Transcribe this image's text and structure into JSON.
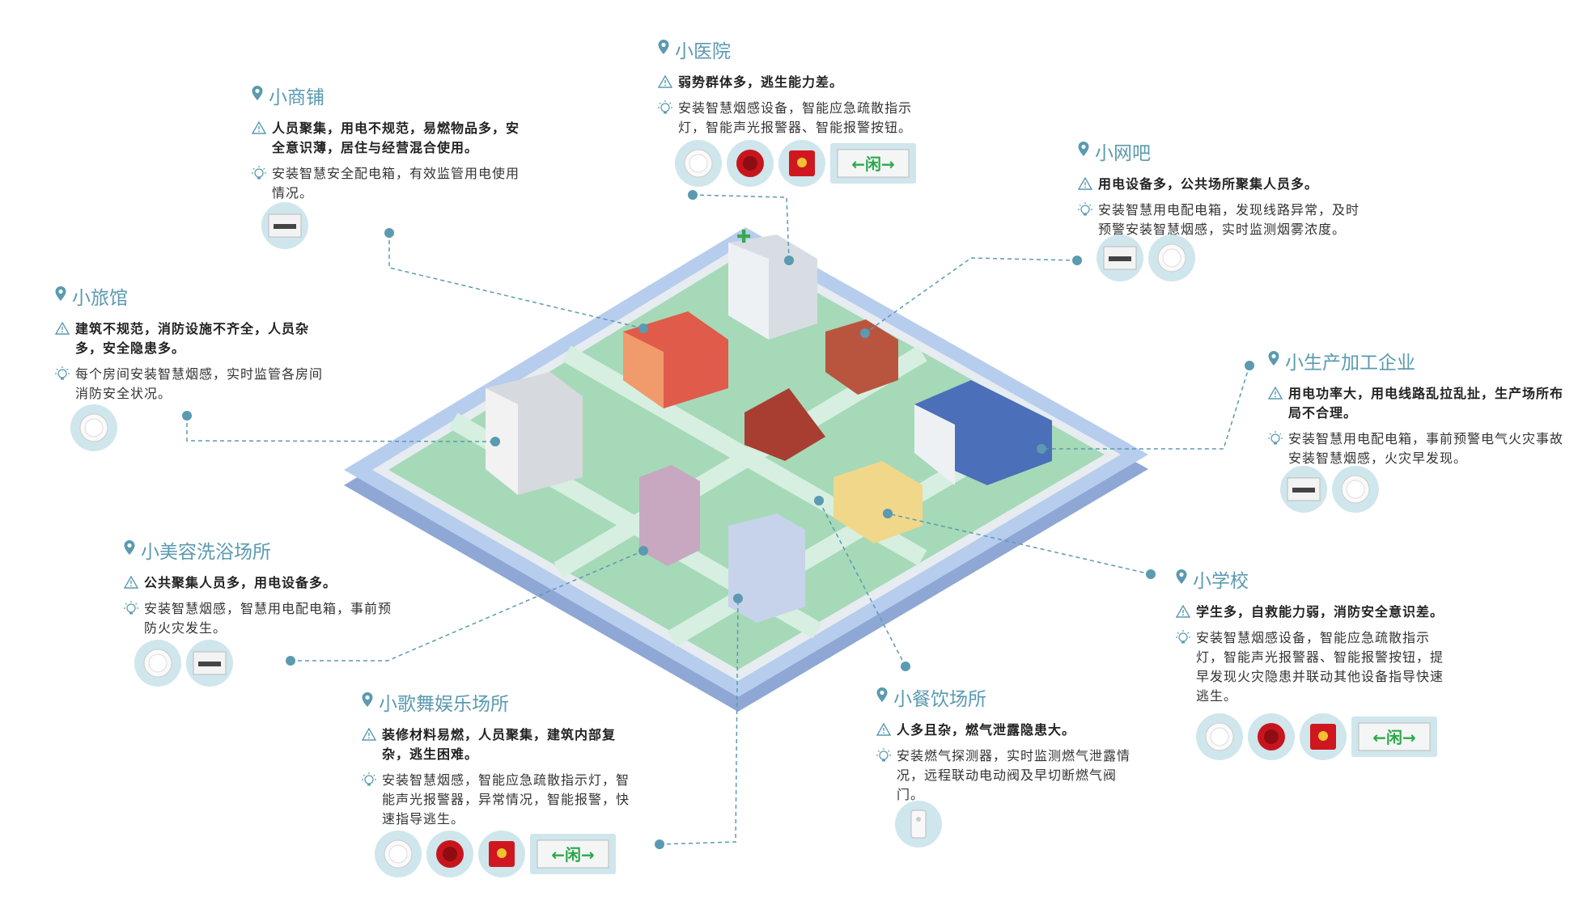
{
  "colors": {
    "accent": "#5b9ab0",
    "platform": "#9bb5de",
    "ground": "#a6d9b8",
    "road": "#c8e8d2"
  },
  "sections": [
    {
      "id": "hospital",
      "title": "小医院",
      "risk": "弱势群体多，逃生能力差。",
      "measure": "安装智慧烟感设备，智能应急疏散指示灯，智能声光报警器、智能报警按钮。",
      "devices": [
        "smoke-detector",
        "sound-light-alarm",
        "alarm-button",
        "exit-sign"
      ]
    },
    {
      "id": "shop",
      "title": "小商铺",
      "risk": "人员聚集，用电不规范，易燃物品多，安全意识薄，居住与经营混合使用。",
      "measure": "安装智慧安全配电箱，有效监管用电使用情况。",
      "devices": [
        "distribution-box"
      ]
    },
    {
      "id": "netbar",
      "title": "小网吧",
      "risk": "用电设备多，公共场所聚集人员多。",
      "measure": "安装智慧用电配电箱，发现线路异常，及时预警安装智慧烟感，实时监测烟雾浓度。",
      "devices": [
        "distribution-box",
        "smoke-detector"
      ]
    },
    {
      "id": "hotel",
      "title": "小旅馆",
      "risk": "建筑不规范，消防设施不齐全，人员杂多，安全隐患多。",
      "measure": "每个房间安装智慧烟感，实时监管各房间消防安全状况。",
      "devices": [
        "smoke-detector"
      ]
    },
    {
      "id": "factory",
      "title": "小生产加工企业",
      "risk": "用电功率大，用电线路乱拉乱扯，生产场所布局不合理。",
      "measure": "安装智慧用电配电箱，事前预警电气火灾事故安装智慧烟感，火灾早发现。",
      "devices": [
        "distribution-box",
        "smoke-detector"
      ]
    },
    {
      "id": "beauty",
      "title": "小美容洗浴场所",
      "risk": "公共聚集人员多，用电设备多。",
      "measure": "安装智慧烟感，智慧用电配电箱，事前预防火灾发生。",
      "devices": [
        "smoke-detector",
        "distribution-box"
      ]
    },
    {
      "id": "school",
      "title": "小学校",
      "risk": "学生多，自救能力弱，消防安全意识差。",
      "measure": "安装智慧烟感设备，智能应急疏散指示灯，智能声光报警器、智能报警按钮，提早发现火灾隐患并联动其他设备指导快速逃生。",
      "devices": [
        "smoke-detector",
        "sound-light-alarm",
        "alarm-button",
        "exit-sign"
      ]
    },
    {
      "id": "ktv",
      "title": "小歌舞娱乐场所",
      "risk": "装修材料易燃，人员聚集，建筑内部复杂，逃生困难。",
      "measure": "安装智慧烟感，智能应急疏散指示灯，智能声光报警器，异常情况，智能报警，快速指导逃生。",
      "devices": [
        "smoke-detector",
        "sound-light-alarm",
        "alarm-button",
        "exit-sign"
      ]
    },
    {
      "id": "restaurant",
      "title": "小餐饮场所",
      "risk": "人多且杂，燃气泄露隐患大。",
      "measure": "安装燃气探测器，实时监测燃气泄露情况，远程联动电动阀及早切断燃气阀门。",
      "devices": [
        "gas-detector"
      ]
    }
  ]
}
